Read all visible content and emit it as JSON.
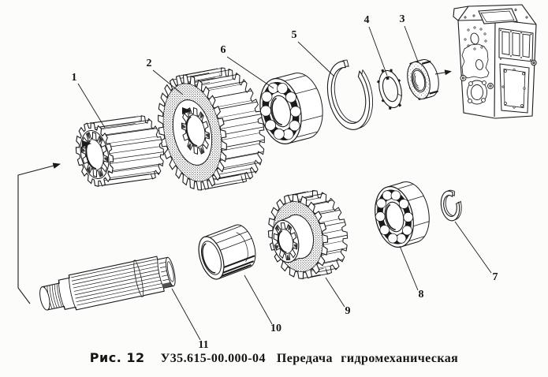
{
  "figure": {
    "number_label": "Рис. 12",
    "part_code": "У35.615-00.000-04",
    "title": "Передача гидромеханическая"
  },
  "callouts": [
    "1",
    "2",
    "3",
    "4",
    "5",
    "6",
    "7",
    "8",
    "9",
    "10",
    "11"
  ]
}
